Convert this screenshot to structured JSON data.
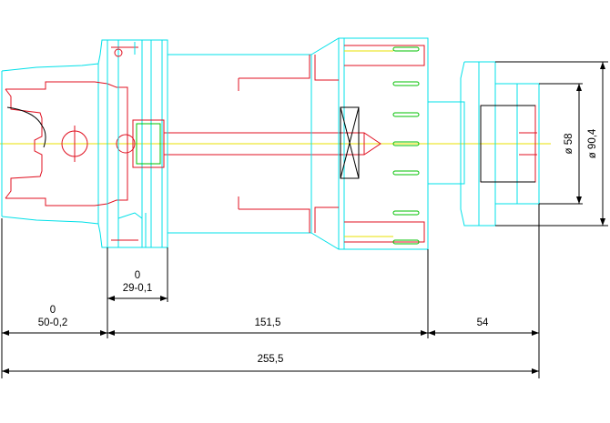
{
  "dimensions": {
    "hsk_shank": {
      "upper": "0",
      "lower": "50-0,2"
    },
    "flange": {
      "upper": "0",
      "lower": "29-0,1"
    },
    "body_length": "151,5",
    "clamp_length": "54",
    "total_length": "255,5",
    "diameter_inner": "ø 58",
    "diameter_outer": "ø 90,4"
  },
  "colors": {
    "outline": "#00e0e8",
    "hidden": "#e01020",
    "centerline": "#e8e000",
    "thread": "#00c000",
    "dimension": "#000000"
  }
}
